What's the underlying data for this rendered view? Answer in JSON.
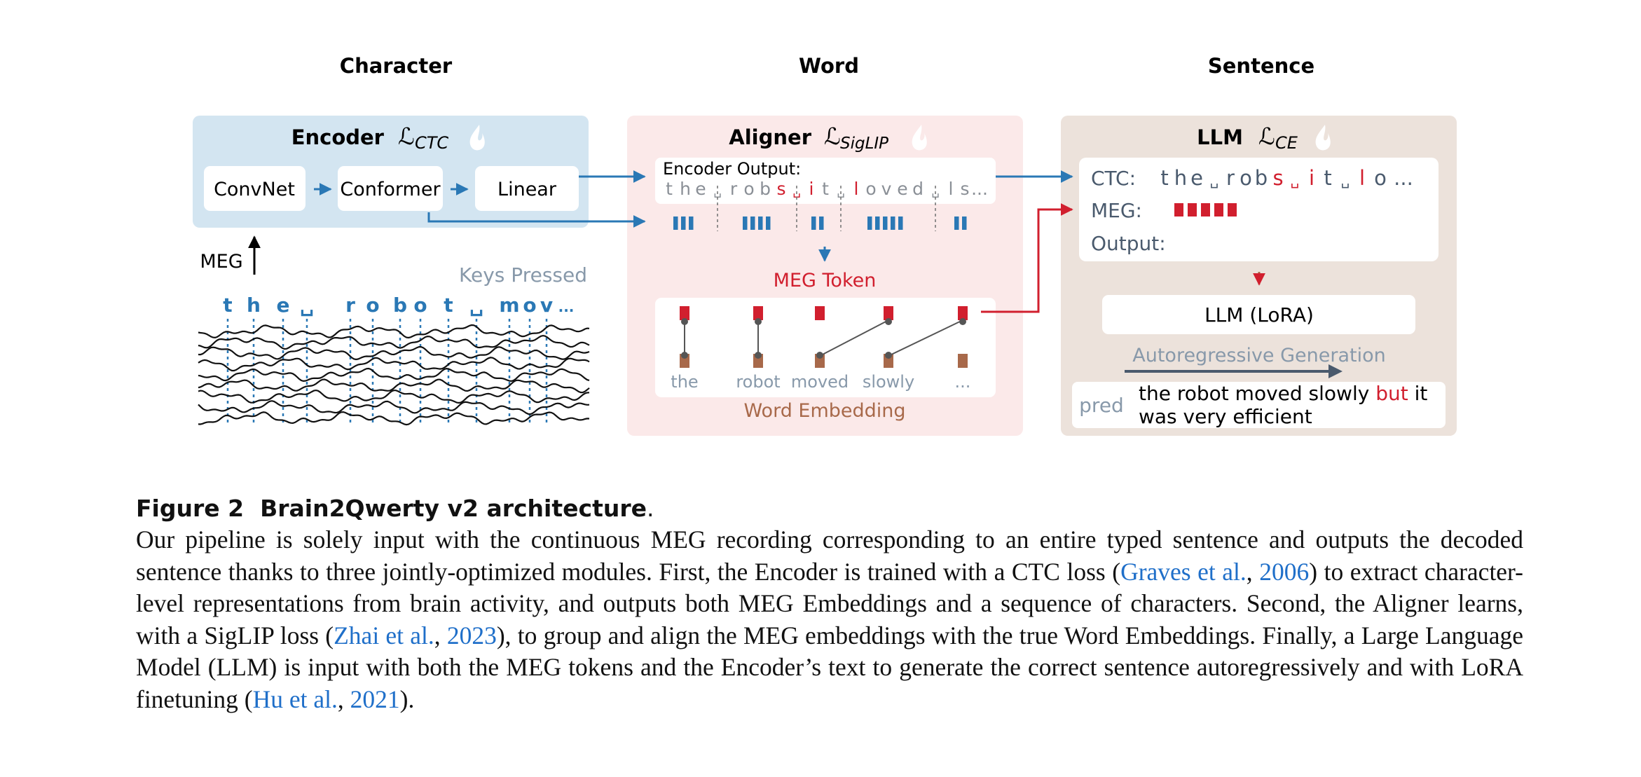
{
  "columns": {
    "character": "Character",
    "word": "Word",
    "sentence": "Sentence"
  },
  "encoder": {
    "title": "Encoder",
    "loss_symbol": "ℒ",
    "loss_sub": "CTC",
    "convnet": "ConvNet",
    "conformer": "Conformer",
    "linear": "Linear",
    "meg_label": "MEG",
    "keys_pressed": "Keys Pressed",
    "keys": [
      "t",
      "h",
      "e",
      "␣",
      "r",
      "o",
      "b",
      "o",
      "t",
      "␣",
      "m",
      "o",
      "v",
      "..."
    ]
  },
  "aligner": {
    "title": "Aligner",
    "loss_symbol": "ℒ",
    "loss_sub": "SigLIP",
    "encoder_output_label": "Encoder Output:",
    "seq": [
      {
        "t": "t",
        "c": "gray"
      },
      {
        "t": "h",
        "c": "gray"
      },
      {
        "t": "e",
        "c": "gray"
      },
      {
        "t": "␣",
        "c": "gray"
      },
      {
        "t": "r",
        "c": "gray"
      },
      {
        "t": "o",
        "c": "gray"
      },
      {
        "t": "b",
        "c": "gray"
      },
      {
        "t": "s",
        "c": "red"
      },
      {
        "t": "␣",
        "c": "red"
      },
      {
        "t": "i",
        "c": "red"
      },
      {
        "t": "t",
        "c": "gray"
      },
      {
        "t": "␣",
        "c": "gray"
      },
      {
        "t": "l",
        "c": "red"
      },
      {
        "t": "o",
        "c": "gray"
      },
      {
        "t": "v",
        "c": "gray"
      },
      {
        "t": "e",
        "c": "gray"
      },
      {
        "t": "d",
        "c": "gray"
      },
      {
        "t": "␣",
        "c": "gray"
      },
      {
        "t": "l",
        "c": "gray"
      },
      {
        "t": "s",
        "c": "gray"
      },
      {
        "t": "...",
        "c": "gray"
      }
    ],
    "meg_token_label": "MEG Token",
    "word_embedding_label": "Word Embedding",
    "words": [
      "the",
      "robot",
      "moved",
      "slowly",
      "..."
    ]
  },
  "llm": {
    "title": "LLM",
    "loss_symbol": "ℒ",
    "loss_sub": "CE",
    "ctc_label": "CTC:",
    "ctc_seq": [
      {
        "t": "t",
        "c": "gray"
      },
      {
        "t": "h",
        "c": "gray"
      },
      {
        "t": "e",
        "c": "gray"
      },
      {
        "t": "␣",
        "c": "gray"
      },
      {
        "t": "r",
        "c": "gray"
      },
      {
        "t": "o",
        "c": "gray"
      },
      {
        "t": "b",
        "c": "gray"
      },
      {
        "t": "s",
        "c": "red"
      },
      {
        "t": "␣",
        "c": "red"
      },
      {
        "t": "i",
        "c": "red"
      },
      {
        "t": "t",
        "c": "gray"
      },
      {
        "t": "␣",
        "c": "gray"
      },
      {
        "t": "l",
        "c": "red"
      },
      {
        "t": "o",
        "c": "gray"
      },
      {
        "t": "...",
        "c": "gray"
      }
    ],
    "meg_label": "MEG:",
    "output_label": "Output:",
    "lora_box": "LLM (LoRA)",
    "autoregressive_label": "Autoregressive Generation",
    "pred_label": "pred",
    "pred_line1_a": "the robot moved slowly",
    "pred_line1_b": "but",
    "pred_line1_c": "it",
    "pred_line2": "was very efficient"
  },
  "caption": {
    "fig_num": "Figure 2",
    "fig_title": "Brain2Qwerty v2 architecture",
    "period": ".",
    "t1": "Our pipeline is solely input with the continuous MEG recording corresponding to an entire typed sentence and outputs the decoded sentence thanks to three jointly-optimized modules. First, the Encoder is trained with a CTC loss (",
    "c1a": "Graves et al.",
    "s1": ", ",
    "c1b": "2006",
    "t2": ") to extract character-level representations from brain activity, and outputs both MEG Embeddings and a sequence of characters. Second, the Aligner learns, with a SigLIP loss (",
    "c2a": "Zhai et al.",
    "s2": ", ",
    "c2b": "2023",
    "t3": "), to group and align the MEG embeddings with the true Word Embeddings. Finally, a Large Language Model (LLM) is input with both the MEG tokens and the Encoder’s text to generate the correct sentence autoregressively and with LoRA finetuning (",
    "c3a": "Hu et al.",
    "s3": ", ",
    "c3b": "2021",
    "t4": ")."
  },
  "colors": {
    "encoder_bg": "#d3e5f1",
    "aligner_bg": "#fbe9e9",
    "llm_bg": "#ece2db",
    "blue": "#2a78b5",
    "red": "#d11f2e",
    "brown": "#a8694a",
    "gray_text": "#8899aa",
    "slate": "#4a5a6d"
  }
}
